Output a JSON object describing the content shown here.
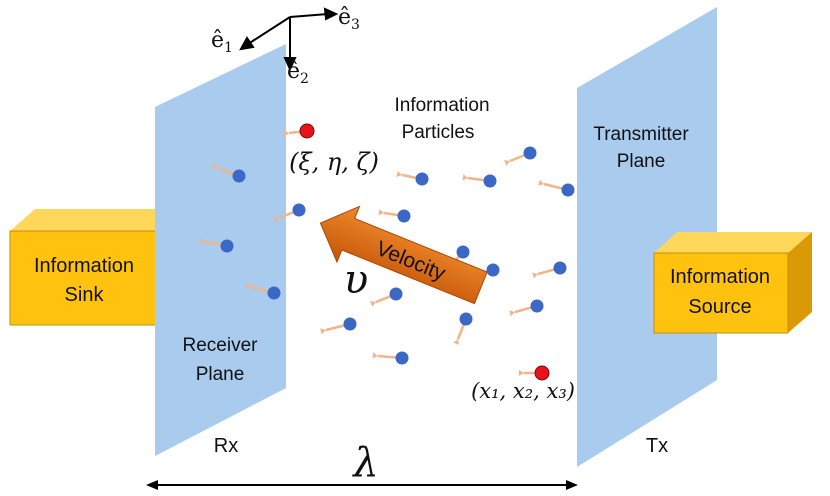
{
  "labels": {
    "e1": "ê",
    "e1_sub": "1",
    "e2": "ê",
    "e2_sub": "2",
    "e3": "ê",
    "e3_sub": "3",
    "info_particles_1": "Information",
    "info_particles_2": "Particles",
    "xi_eta_zeta": "(ξ, η, ζ)",
    "transmitter_1": "Transmitter",
    "transmitter_2": "Plane",
    "sink_1": "Information",
    "sink_2": "Sink",
    "source_1": "Information",
    "source_2": "Source",
    "velocity": "Velocity",
    "v_symbol": "υ",
    "receiver_1": "Receiver",
    "receiver_2": "Plane",
    "x_coords": "(x₁, x₂, x₃)",
    "rx": "Rx",
    "tx": "Tx",
    "lambda": "λ"
  },
  "colors": {
    "plane": "#a9cbee",
    "box_front": "#ffc20e",
    "box_top": "#ffd75a",
    "box_side": "#d99a06",
    "particle": "#3b68c4",
    "highlight_particle": "#e8121a",
    "tail": "#f2b48a",
    "velocity_arrow": "#e26b0a"
  }
}
